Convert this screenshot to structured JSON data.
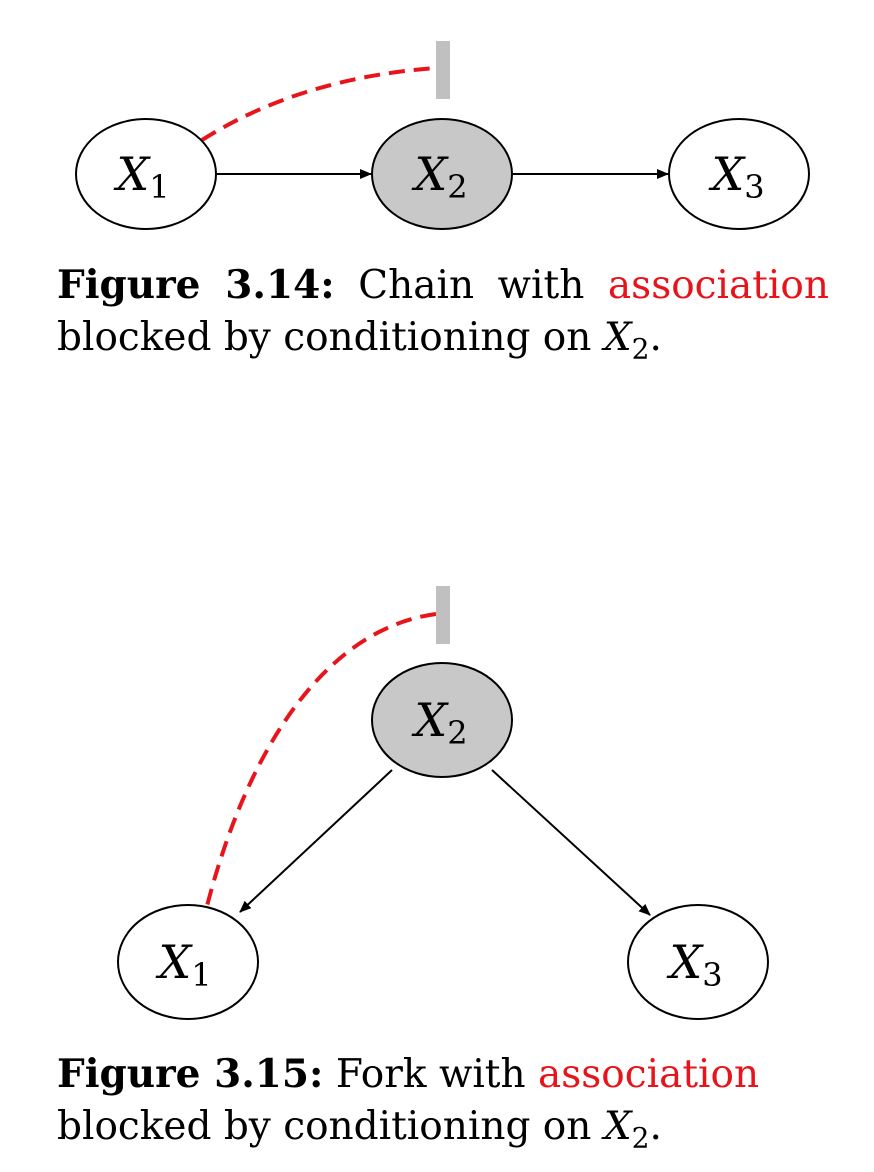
{
  "figure_1": {
    "nodes": [
      {
        "letter": "X",
        "index": "1",
        "conditioned": false
      },
      {
        "letter": "X",
        "index": "2",
        "conditioned": true
      },
      {
        "letter": "X",
        "index": "3",
        "conditioned": false
      }
    ],
    "caption": {
      "label": "Figure 3.14:",
      "text_before": "Chain with",
      "highlight": "association",
      "text_after": "blocked by conditioning on",
      "var_letter": "X",
      "var_index": "2",
      "end": "."
    }
  },
  "figure_2": {
    "nodes": [
      {
        "letter": "X",
        "index": "2",
        "conditioned": true
      },
      {
        "letter": "X",
        "index": "1",
        "conditioned": false
      },
      {
        "letter": "X",
        "index": "3",
        "conditioned": false
      }
    ],
    "caption": {
      "label": "Figure 3.15:",
      "text_before": "Fork with",
      "highlight": "association",
      "text_after": "blocked by conditioning on",
      "var_letter": "X",
      "var_index": "2",
      "end": "."
    }
  },
  "colors": {
    "association": "#e8141c",
    "conditioned_fill": "#c8c8c8",
    "blocker": "#c0c0c0",
    "node_fill": "#ffffff",
    "stroke": "#000000"
  }
}
